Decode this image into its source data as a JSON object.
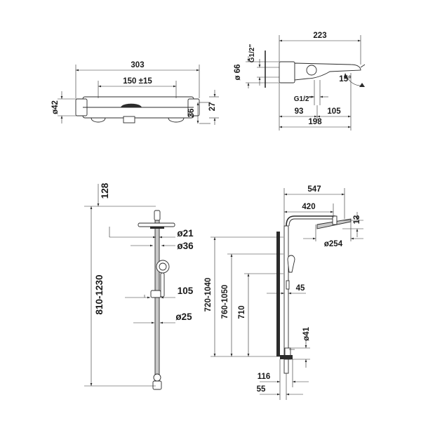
{
  "mixer_front": {
    "width": "303",
    "centers": "150 ±15",
    "dia": "ø42",
    "h1": "36",
    "h2": "27"
  },
  "mixer_side": {
    "width": "223",
    "dia": "ø 66",
    "thread_top": "G1/2\"",
    "angle": "15°",
    "thread_bottom": "G1/2\"",
    "d1": "93",
    "d2": "105",
    "total": "198"
  },
  "shower_front": {
    "top": "128",
    "range": "810-1230",
    "d21": "ø21",
    "d36": "ø36",
    "w105": "105",
    "d25": "ø25"
  },
  "shower_side": {
    "w547": "547",
    "w420": "420",
    "h13": "13",
    "d254": "ø254",
    "r720": "720-1040",
    "r760": "760-1050",
    "h710": "710",
    "w45": "45",
    "d41": "ø41",
    "w116": "116",
    "w55": "55"
  }
}
